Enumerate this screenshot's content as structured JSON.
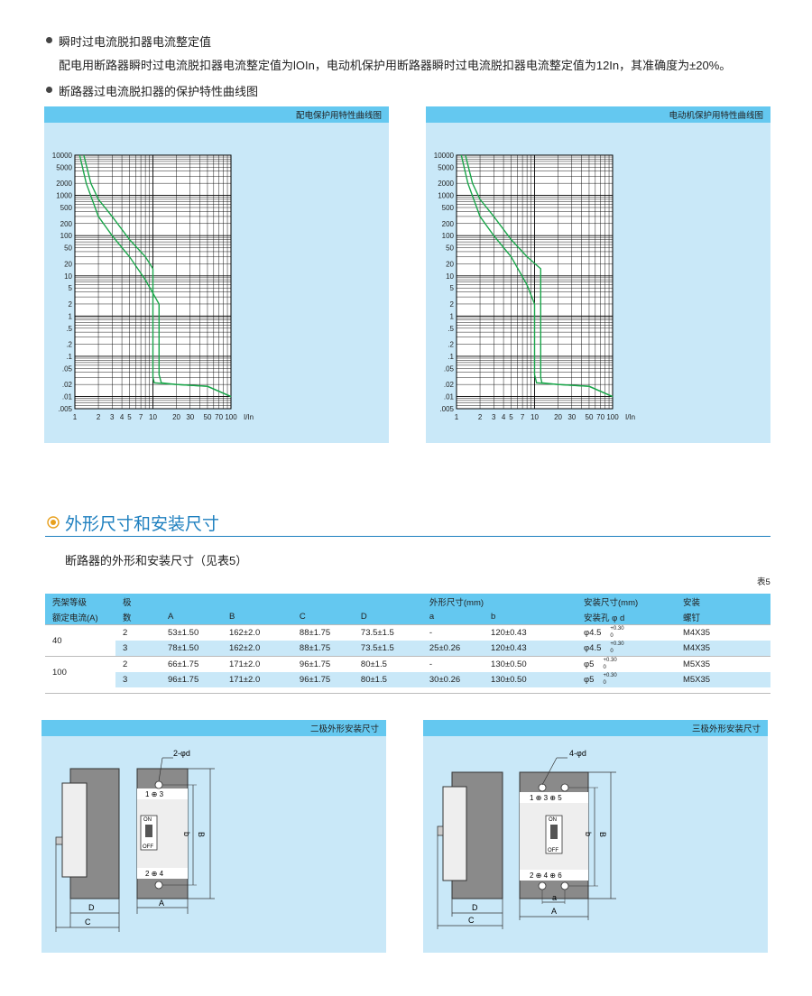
{
  "intro": {
    "bullet1": "瞬时过电流脱扣器电流整定值",
    "para1": "配电用断路器瞬时过电流脱扣器电流整定值为lOIn，电动机保护用断路器瞬时过电流脱扣器电流整定值为12In，其准确度为±20%。",
    "bullet2": "断路器过电流脱扣器的保护特性曲线图"
  },
  "charts": {
    "left_title": "配电保护用特性曲线图",
    "right_title": "电动机保护用特性曲线图",
    "y_ticks": [
      "10000",
      "5000",
      "2000",
      "1000",
      "500",
      "200",
      "100",
      "50",
      "20",
      "10",
      "5",
      "2",
      "1",
      ".5",
      ".2",
      ".1",
      ".05",
      ".02",
      ".01",
      ".005"
    ],
    "x_ticks": [
      "1",
      "2",
      "3",
      "4",
      "5",
      "7",
      "10",
      "20",
      "30",
      "50",
      "70",
      "100"
    ],
    "x_unit": "I/In"
  },
  "chart_data": [
    {
      "type": "line",
      "title": "配电保护用特性曲线图",
      "xlabel": "I/In",
      "ylabel": "",
      "xlog": true,
      "ylog": true,
      "xlim": [
        1,
        100
      ],
      "ylim": [
        0.005,
        10000
      ],
      "series": [
        {
          "values": [
            [
              1.3,
              10000
            ],
            [
              1.6,
              2000
            ],
            [
              2,
              800
            ],
            [
              3,
              300
            ],
            [
              5,
              80
            ],
            [
              8,
              30
            ],
            [
              10,
              15
            ],
            [
              10,
              0.03
            ],
            [
              10.4,
              0.022
            ],
            [
              20,
              0.02
            ],
            [
              50,
              0.018
            ],
            [
              100,
              0.01
            ]
          ]
        },
        {
          "values": [
            [
              1.15,
              10000
            ],
            [
              1.4,
              2000
            ],
            [
              2,
              300
            ],
            [
              3,
              100
            ],
            [
              5,
              30
            ],
            [
              8,
              8
            ],
            [
              12,
              2
            ],
            [
              12,
              0.035
            ],
            [
              12.8,
              0.022
            ],
            [
              20,
              0.02
            ],
            [
              50,
              0.018
            ],
            [
              100,
              0.01
            ]
          ]
        }
      ],
      "grid": true
    },
    {
      "type": "line",
      "title": "电动机保护用特性曲线图",
      "xlabel": "I/In",
      "ylabel": "",
      "xlog": true,
      "ylog": true,
      "xlim": [
        1,
        100
      ],
      "ylim": [
        0.005,
        10000
      ],
      "series": [
        {
          "values": [
            [
              1.3,
              10000
            ],
            [
              1.6,
              2000
            ],
            [
              2,
              800
            ],
            [
              3,
              300
            ],
            [
              5,
              80
            ],
            [
              8,
              30
            ],
            [
              12,
              15
            ],
            [
              12,
              0.03
            ],
            [
              12.4,
              0.022
            ],
            [
              20,
              0.02
            ],
            [
              50,
              0.018
            ],
            [
              100,
              0.01
            ]
          ]
        },
        {
          "values": [
            [
              1.15,
              10000
            ],
            [
              1.4,
              2000
            ],
            [
              2,
              300
            ],
            [
              3,
              100
            ],
            [
              5,
              30
            ],
            [
              8,
              6
            ],
            [
              10,
              2
            ],
            [
              10,
              0.035
            ],
            [
              10.6,
              0.022
            ],
            [
              20,
              0.02
            ],
            [
              50,
              0.018
            ],
            [
              100,
              0.01
            ]
          ]
        }
      ],
      "grid": true
    }
  ],
  "section": {
    "title": "外形尺寸和安装尺寸",
    "subtitle": "断路器的外形和安装尺寸（见表5）",
    "table_no": "表5"
  },
  "table": {
    "header1": {
      "frame": "壳架等级",
      "poles": "极",
      "dims": "外形尺寸(mm)",
      "mount": "安装尺寸(mm)",
      "screw": "安装"
    },
    "header2": {
      "current": "额定电流(A)",
      "poles": "数",
      "A": "A",
      "B": "B",
      "C": "C",
      "D": "D",
      "a": "a",
      "b": "b",
      "hole": "安装孔 φ d",
      "screw": "螺钉"
    },
    "groups": [
      {
        "current": "40",
        "rows": [
          {
            "p": "2",
            "A": "53±1.50",
            "B": "162±2.0",
            "C": "88±1.75",
            "D": "73.5±1.5",
            "a": "-",
            "b": "120±0.43",
            "phi": "φ4.5",
            "tu": "+0.30",
            "tl": "0",
            "screw": "M4X35"
          },
          {
            "p": "3",
            "A": "78±1.50",
            "B": "162±2.0",
            "C": "88±1.75",
            "D": "73.5±1.5",
            "a": "25±0.26",
            "b": "120±0.43",
            "phi": "φ4.5",
            "tu": "+0.30",
            "tl": "0",
            "screw": "M4X35"
          }
        ]
      },
      {
        "current": "100",
        "rows": [
          {
            "p": "2",
            "A": "66±1.75",
            "B": "171±2.0",
            "C": "96±1.75",
            "D": "80±1.5",
            "a": "-",
            "b": "130±0.50",
            "phi": "φ5",
            "tu": "+0.30",
            "tl": "0",
            "screw": "M5X35"
          },
          {
            "p": "3",
            "A": "96±1.75",
            "B": "171±2.0",
            "C": "96±1.75",
            "D": "80±1.5",
            "a": "30±0.26",
            "b": "130±0.50",
            "phi": "φ5",
            "tu": "+0.30",
            "tl": "0",
            "screw": "M5X35"
          }
        ]
      }
    ]
  },
  "drawings": {
    "left_title": "二极外形安装尺寸",
    "right_title": "三极外形安装尺寸",
    "left_hole": "2-φd",
    "right_hole": "4-φd",
    "on": "ON",
    "off": "OFF",
    "dim_A": "A",
    "dim_B": "B",
    "dim_C": "C",
    "dim_D": "D",
    "dim_a": "a",
    "dim_b": "b",
    "left_top_terms": "1 ⊕ 3",
    "left_bot_terms": "2 ⊕ 4",
    "right_top_terms": "1 ⊕ 3 ⊕ 5",
    "right_bot_terms": "2 ⊕ 4 ⊕ 6"
  },
  "colors": {
    "header_blue": "#64c8f0",
    "panel_blue": "#c9e8f8",
    "curve_green": "#1aa64a",
    "title_blue": "#1d7fbf"
  }
}
